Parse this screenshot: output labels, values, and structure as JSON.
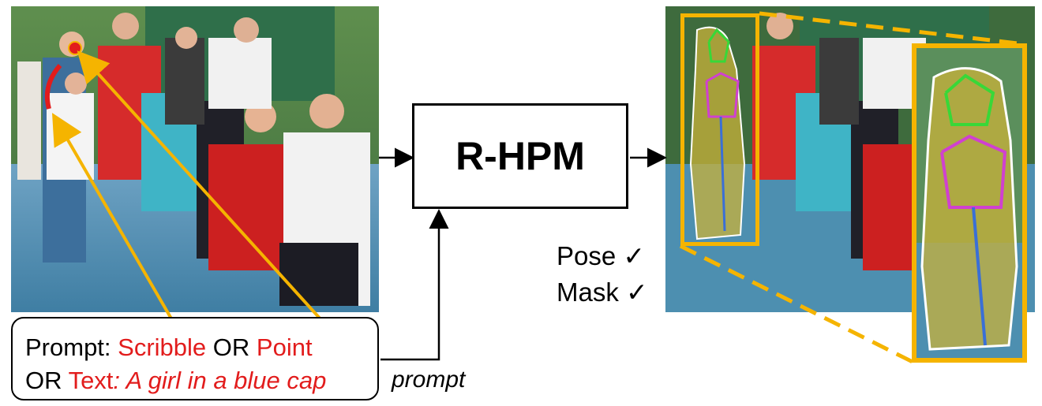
{
  "model": {
    "label": "R-HPM"
  },
  "prompt_box": {
    "prefix": "Prompt:",
    "scribble": "Scribble",
    "or1": "OR",
    "point": "Point",
    "or2": "OR",
    "text_label": "Text",
    "text_value": ": A girl in a blue cap"
  },
  "prompt_arrow_label": "prompt",
  "outputs": {
    "pose": "Pose ✓",
    "mask": "Mask ✓"
  },
  "colors": {
    "highlight": "#f5b400",
    "prompt_red": "#e21c1c",
    "court_blue": "#4d8fb0",
    "fence_green": "#2f6f4a"
  }
}
